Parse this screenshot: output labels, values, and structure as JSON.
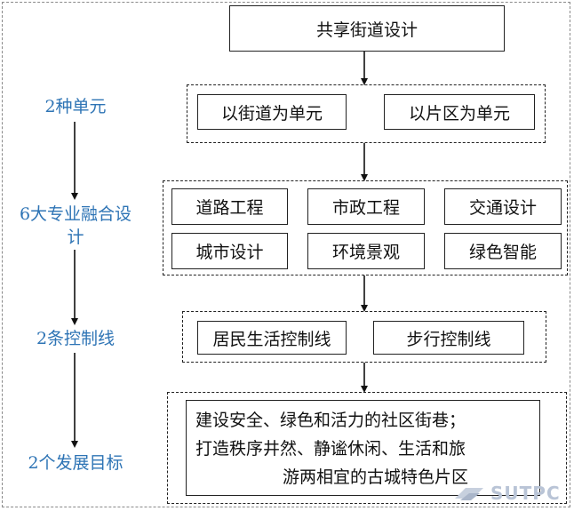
{
  "top_box": "共享街道设计",
  "units": [
    "以街道为单元",
    "以片区为单元"
  ],
  "disciplines": [
    "道路工程",
    "市政工程",
    "交通设计",
    "城市设计",
    "环境景观",
    "绿色智能"
  ],
  "control_lines": [
    "居民生活控制线",
    "步行控制线"
  ],
  "goals": [
    "建设安全、绿色和活力的社区街巷；",
    "打造秩序井然、静谧休闲、生活和旅",
    "游两相宜的古城特色片区"
  ],
  "left_labels": {
    "units": "2种单元",
    "disciplines_line1": "6大专业融合设",
    "disciplines_line2": "计",
    "control_lines": "2条控制线",
    "goals": "2个发展目标"
  },
  "watermark": "SUTPC",
  "colors": {
    "label": "#2e74b5",
    "border": "#222222"
  }
}
